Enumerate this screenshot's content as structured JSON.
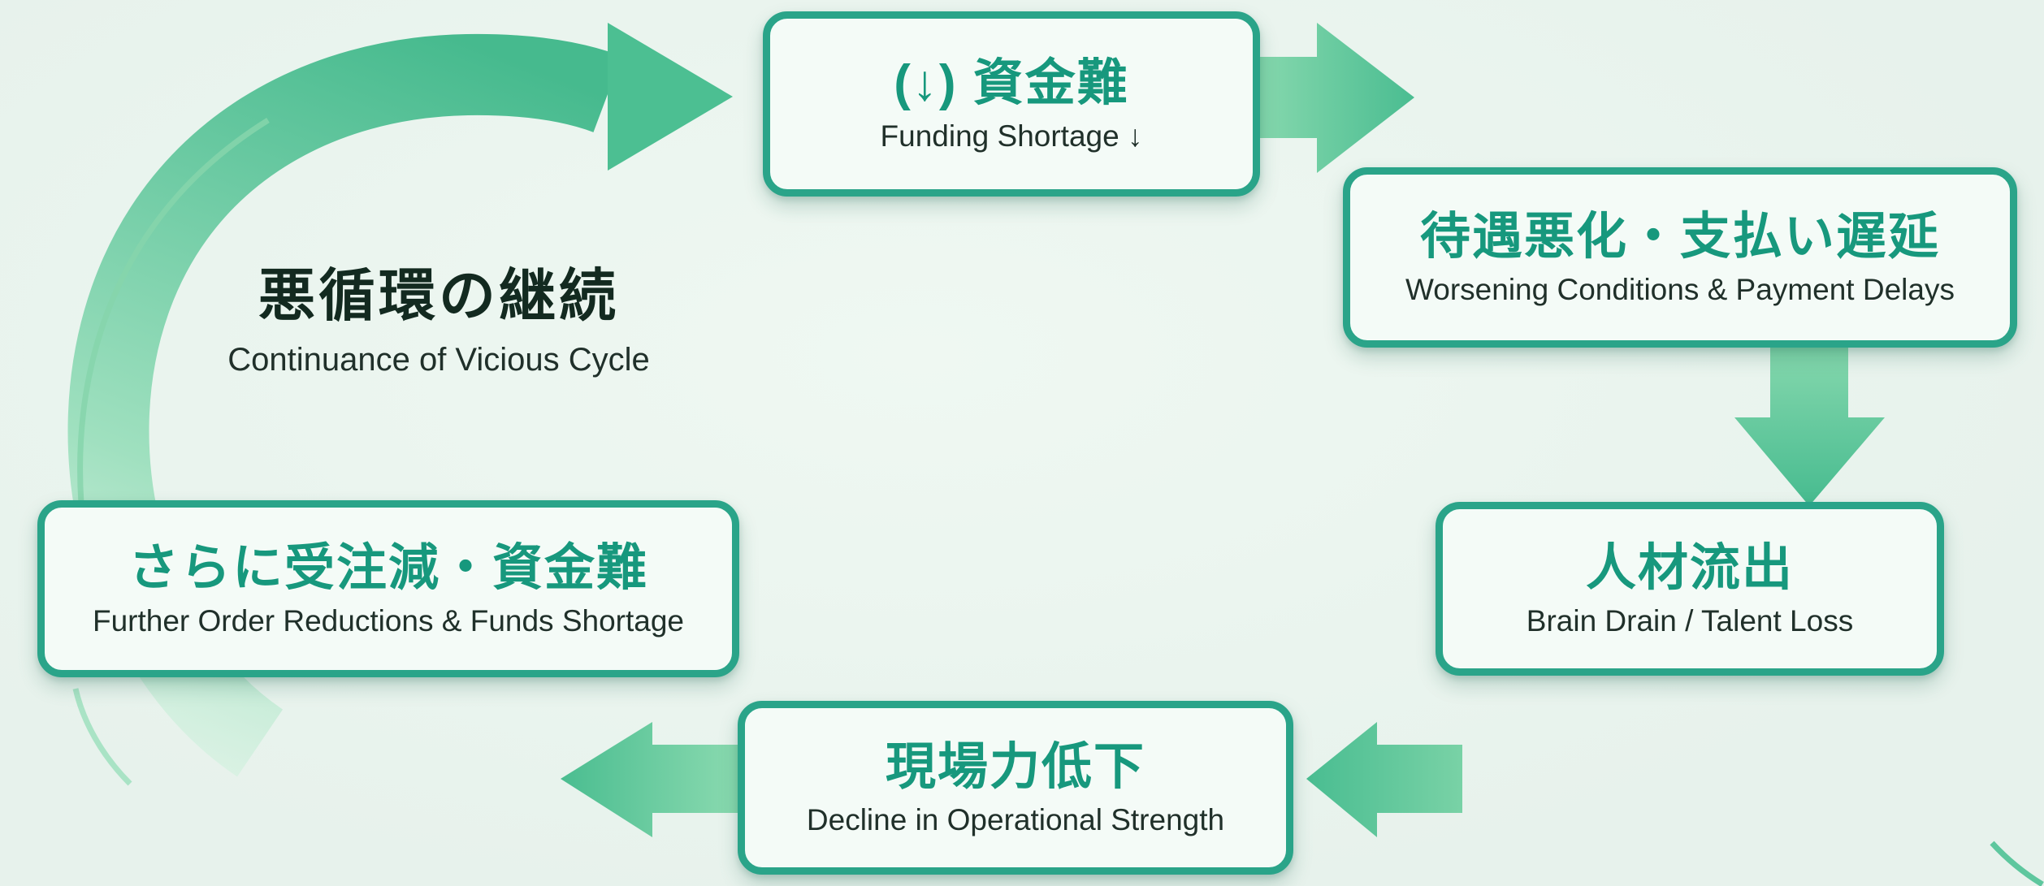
{
  "caption": {
    "ja": "悪循環の継続",
    "en": "Continuance of Vicious Cycle"
  },
  "nodes": [
    {
      "id": "funding-shortage",
      "ja": "(↓) 資金難",
      "en": "Funding Shortage ↓"
    },
    {
      "id": "worsening-conditions",
      "ja": "待遇悪化・支払い遅延",
      "en": "Worsening Conditions & Payment Delays"
    },
    {
      "id": "talent-loss",
      "ja": "人材流出",
      "en": "Brain Drain / Talent Loss"
    },
    {
      "id": "operational-decline",
      "ja": "現場力低下",
      "en": "Decline in Operational Strength"
    },
    {
      "id": "further-order-reductions",
      "ja": "さらに受注減・資金難",
      "en": "Further Order Reductions & Funds Shortage"
    }
  ],
  "cycle": {
    "type": "cycle-diagram",
    "direction": "clockwise",
    "edges": [
      [
        "funding-shortage",
        "worsening-conditions"
      ],
      [
        "worsening-conditions",
        "talent-loss"
      ],
      [
        "talent-loss",
        "operational-decline"
      ],
      [
        "operational-decline",
        "further-order-reductions"
      ],
      [
        "further-order-reductions",
        "funding-shortage"
      ]
    ]
  },
  "colors": {
    "background": "#e7f2ec",
    "box_background": "#f4fbf7",
    "box_border": "#2aa489",
    "title_text": "#17987d",
    "subtitle_text": "#20302a",
    "caption_text": "#132a20",
    "arrow_light": "#a9e4c5",
    "arrow_dark": "#3eb88d"
  }
}
